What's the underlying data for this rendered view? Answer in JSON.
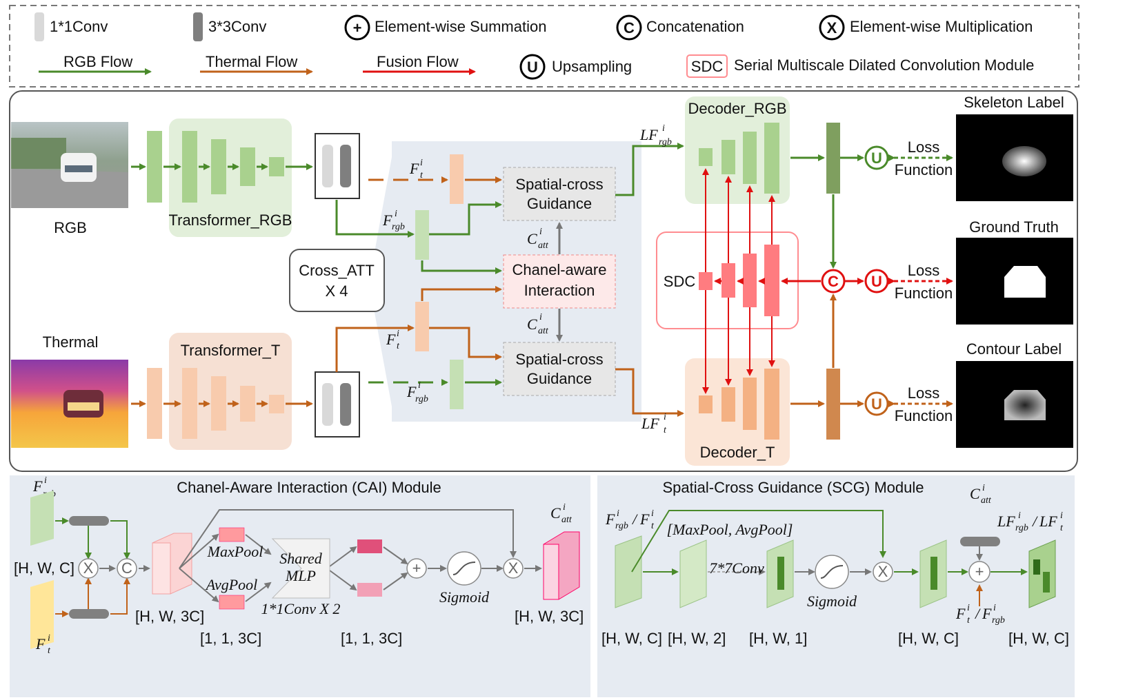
{
  "legend": {
    "conv1": "1*1Conv",
    "conv3": "3*3Conv",
    "sum": "Element-wise Summation",
    "concat": "Concatenation",
    "mult": "Element-wise Multiplication",
    "rgb_flow": "RGB Flow",
    "thermal_flow": "Thermal Flow",
    "fusion_flow": "Fusion Flow",
    "upsampling": "Upsampling",
    "sdc_tag": "SDC",
    "sdc_desc": "Serial Multiscale Dilated Convolution Module",
    "sym_c": "C",
    "sym_x": "X",
    "sym_u": "U",
    "sym_plus": "+"
  },
  "main": {
    "rgb_caption": "RGB",
    "thermal_caption": "Thermal",
    "transformer_rgb": "Transformer_RGB",
    "transformer_t": "Transformer_T",
    "cross_att_1": "Cross_ATT",
    "cross_att_2": "X 4",
    "scg_top_1": "Spatial-cross",
    "scg_top_2": "Guidance",
    "scg_bot_1": "Spatial-cross",
    "scg_bot_2": "Guidance",
    "cai_1": "Chanel-aware",
    "cai_2": "Interaction",
    "decoder_rgb": "Decoder_RGB",
    "decoder_t": "Decoder_T",
    "sdc": "SDC",
    "loss": "Loss",
    "function": "Function",
    "skeleton_label": "Skeleton Label",
    "ground_truth": "Ground Truth",
    "contour_label": "Contour Label",
    "f_base": "F",
    "lf_base": "LF",
    "c_base": "C",
    "sub_t": "t",
    "sub_rgb": "rgb",
    "sub_att": "att",
    "sup_i": "i"
  },
  "cai_module": {
    "title": "Chanel-Aware Interaction (CAI) Module",
    "dim_hwc": "[H, W, C]",
    "dim_hw3c_1": "[H, W, 3C]",
    "dim_113c_1": "[1, 1, 3C]",
    "dim_113c_2": "[1, 1, 3C]",
    "dim_hw3c_2": "[H, W, 3C]",
    "maxpool": "MaxPool",
    "avgpool": "AvgPool",
    "shared_1": "Shared",
    "shared_2": "MLP",
    "conv_x2": "1*1Conv X 2",
    "sigmoid": "Sigmoid"
  },
  "scg_module": {
    "title": "Spatial-Cross Guidance (SCG) Module",
    "pool": "[MaxPool, AvgPool]",
    "conv7": "7*7Conv",
    "sigmoid": "Sigmoid",
    "dim_hwc_1": "[H, W, C]",
    "dim_hw2": "[H, W, 2]",
    "dim_hw1": "[H, W, 1]",
    "dim_hwc_2": "[H, W, C]",
    "dim_hwc_3": "[H, W, C]",
    "slash": "/"
  },
  "colors": {
    "rgb_flow": "#4a8a2a",
    "thermal_flow": "#c0621a",
    "fusion_flow": "#e01010",
    "green_block": "#a9d18e",
    "orange_block": "#f4b183",
    "pink_block": "#ff7c80"
  }
}
